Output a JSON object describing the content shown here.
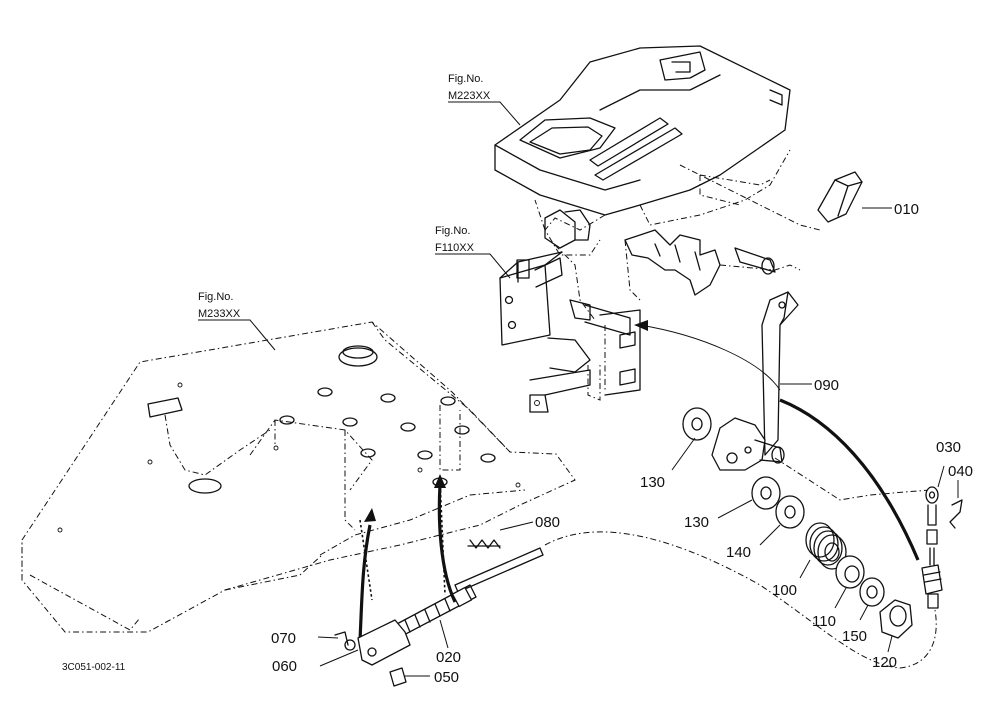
{
  "diagram_code": "3C051-002-11",
  "figure_refs": [
    {
      "line1": "Fig.No.",
      "line2": "M223XX"
    },
    {
      "line1": "Fig.No.",
      "line2": "F110XX"
    },
    {
      "line1": "Fig.No.",
      "line2": "M233XX"
    }
  ],
  "parts": [
    {
      "label": "010"
    },
    {
      "label": "090"
    },
    {
      "label": "030"
    },
    {
      "label": "040"
    },
    {
      "label": "130"
    },
    {
      "label": "130"
    },
    {
      "label": "140"
    },
    {
      "label": "100"
    },
    {
      "label": "110"
    },
    {
      "label": "150"
    },
    {
      "label": "120"
    },
    {
      "label": "080"
    },
    {
      "label": "070"
    },
    {
      "label": "060"
    },
    {
      "label": "020"
    },
    {
      "label": "050"
    }
  ]
}
